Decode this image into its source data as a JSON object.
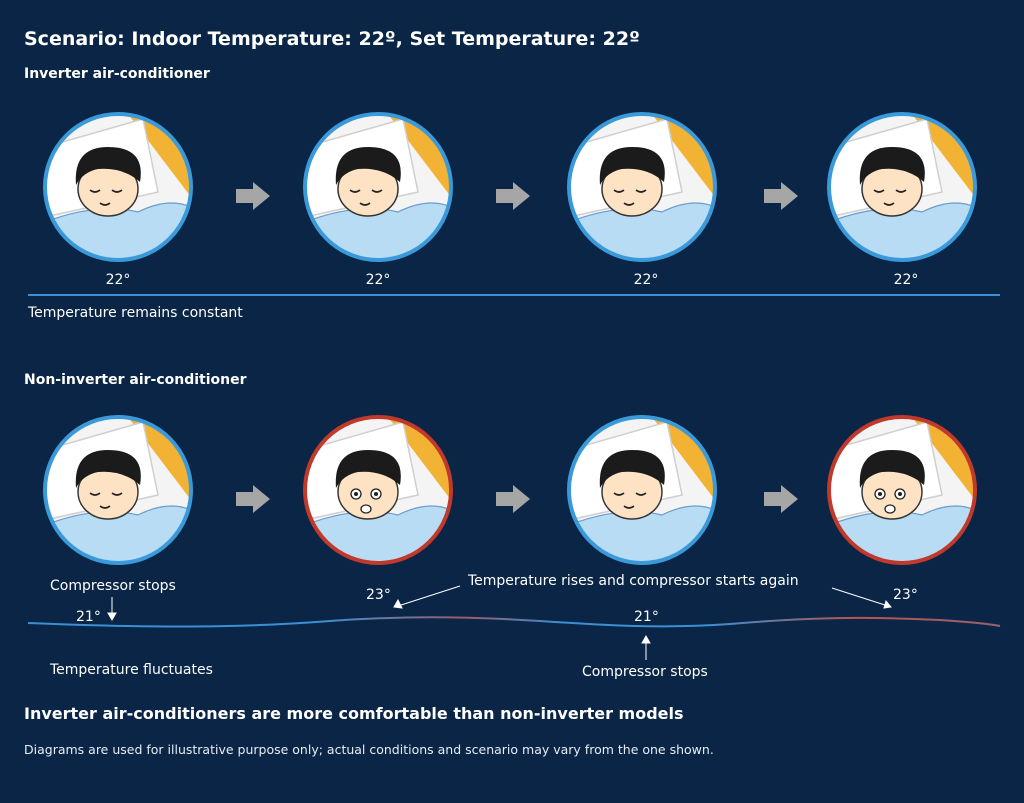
{
  "title": "Scenario: Indoor Temperature: 22º, Set Temperature: 22º",
  "inverter": {
    "heading": "Inverter air-conditioner",
    "temps": [
      "22°",
      "22°",
      "22°",
      "22°"
    ],
    "states": [
      "calm",
      "calm",
      "calm",
      "calm"
    ],
    "line_label": "Temperature remains constant"
  },
  "non_inverter": {
    "heading": "Non-inverter air-conditioner",
    "states": [
      "calm",
      "distressed",
      "calm",
      "distressed"
    ],
    "compressor_stops_left": "Compressor stops",
    "temp_left": "21°",
    "temp_second": "23°",
    "rises_label": "Temperature rises and compressor starts again",
    "temp_middle": "21°",
    "temp_right": "23°",
    "compressor_stops_middle": "Compressor stops",
    "line_label": "Temperature fluctuates"
  },
  "colors": {
    "background": "#0a2545",
    "calm_ring": "#3a9ad9",
    "distressed_ring": "#c0392b",
    "arrow": "#a6a6a6",
    "line_blue": "#3a8fd6",
    "line_red": "#b5544f"
  },
  "conclusion": "Inverter air-conditioners are more comfortable than non-inverter models",
  "disclaimer": "Diagrams are used for illustrative purpose only; actual conditions and scenario may vary from the one shown."
}
